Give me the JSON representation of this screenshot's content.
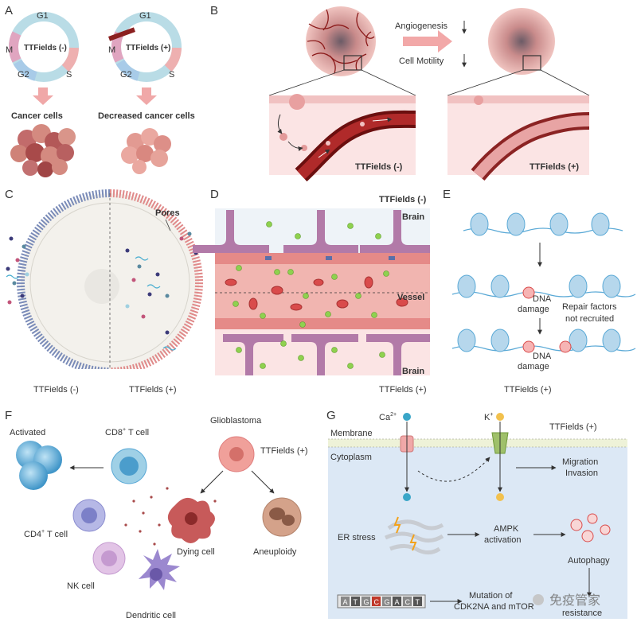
{
  "panel_letters": [
    "A",
    "B",
    "C",
    "D",
    "E",
    "F",
    "G"
  ],
  "panelA": {
    "cycle_labels": {
      "g1": "G1",
      "m": "M",
      "g2": "G2",
      "s": "S"
    },
    "left_center": "TTFields (-)",
    "right_center": "TTFields (+)",
    "left_result": "Cancer cells",
    "right_result": "Decreased cancer cells"
  },
  "panelB": {
    "angiogenesis": "Angiogenesis",
    "motility": "Cell Motility",
    "left_label": "TTFields (-)",
    "right_label": "TTFields (+)"
  },
  "panelC": {
    "pores": "Pores",
    "left_label": "TTFields (-)",
    "right_label": "TTFields (+)"
  },
  "panelD": {
    "top_right": "TTFields (-)",
    "brain_top": "Brain",
    "vessel": "Vessel",
    "brain_bottom": "Brain",
    "bottom_right": "TTFields (+)"
  },
  "panelE": {
    "dna_damage_1a": "DNA",
    "dna_damage_1b": "damage",
    "repair_1": "Repair factors",
    "repair_2": "not recruited",
    "dna_damage_2a": "DNA",
    "dna_damage_2b": "damage",
    "bottom_label": "TTFields (+)"
  },
  "panelF": {
    "activated": "Activated",
    "cd8": "CD8",
    "cd8_sup": "+",
    "cd8_suffix": " T cell",
    "glioblastoma": "Glioblastoma",
    "ttfields": "TTFields (+)",
    "cd4": "CD4",
    "cd4_sup": "+",
    "cd4_suffix": " T cell",
    "dying": "Dying cell",
    "aneuploidy": "Aneuploidy",
    "nk": "NK cell",
    "dendritic": "Dendritic cell"
  },
  "panelG": {
    "ca": "Ca",
    "ca_sup": "2+",
    "k": "K",
    "k_sup": "+",
    "ttfields": "TTFields (+)",
    "membrane": "Membrane",
    "cytoplasm": "Cytoplasm",
    "migration": "Migration",
    "invasion": "Invasion",
    "er_stress": "ER stress",
    "ampk": "AMPK",
    "activation": "activation",
    "autophagy": "Autophagy",
    "mutation_1": "Mutation of",
    "mutation_2": "CDK2NA and mTOR",
    "resistance": "resistance",
    "dna_letters": [
      "A",
      "T",
      "G",
      "C",
      "G",
      "A",
      "C",
      "T"
    ]
  },
  "watermark": "免疫管家",
  "colors": {
    "pink": "#e8a0a0",
    "blue_cell": "#5aa9d6",
    "vessel_red": "#8b1a1a",
    "green_dot": "#8fd14f",
    "purple": "#9b6aa8",
    "cytoplasm_bg": "#dce8f5"
  }
}
